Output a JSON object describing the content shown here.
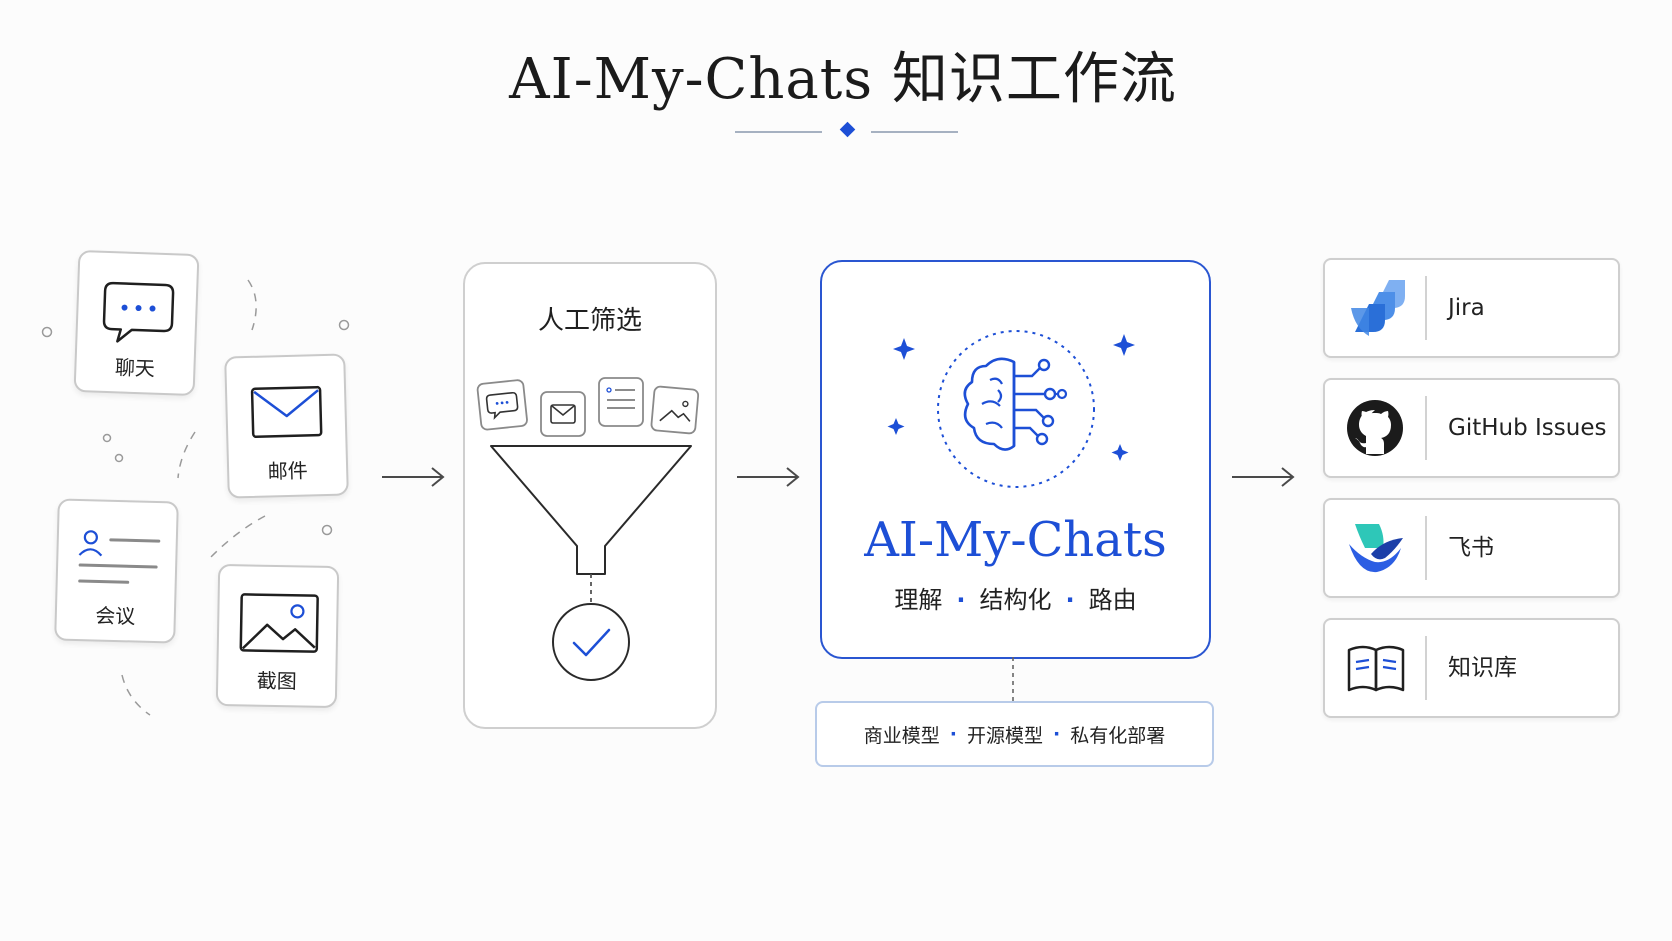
{
  "title": "AI-My-Chats 知识工作流",
  "sources": {
    "chat": {
      "label": "聊天",
      "icon": "chat-bubble-icon"
    },
    "email": {
      "label": "邮件",
      "icon": "envelope-icon"
    },
    "meeting": {
      "label": "会议",
      "icon": "meeting-document-icon"
    },
    "screenshot": {
      "label": "截图",
      "icon": "image-icon"
    }
  },
  "filter": {
    "label": "人工筛选",
    "icon": "funnel-icon"
  },
  "core": {
    "name": "AI-My-Chats",
    "steps": [
      "理解",
      "结构化",
      "路由"
    ],
    "icon": "ai-brain-icon"
  },
  "models": [
    "商业模型",
    "开源模型",
    "私有化部署"
  ],
  "destinations": [
    {
      "label": "Jira",
      "icon": "jira-icon"
    },
    {
      "label": "GitHub Issues",
      "icon": "github-icon"
    },
    {
      "label": "飞书",
      "icon": "feishu-icon"
    },
    {
      "label": "知识库",
      "icon": "book-icon"
    }
  ],
  "colors": {
    "accent": "#1d4fd6",
    "border": "#c9c9c9",
    "text": "#1f1f1f"
  }
}
